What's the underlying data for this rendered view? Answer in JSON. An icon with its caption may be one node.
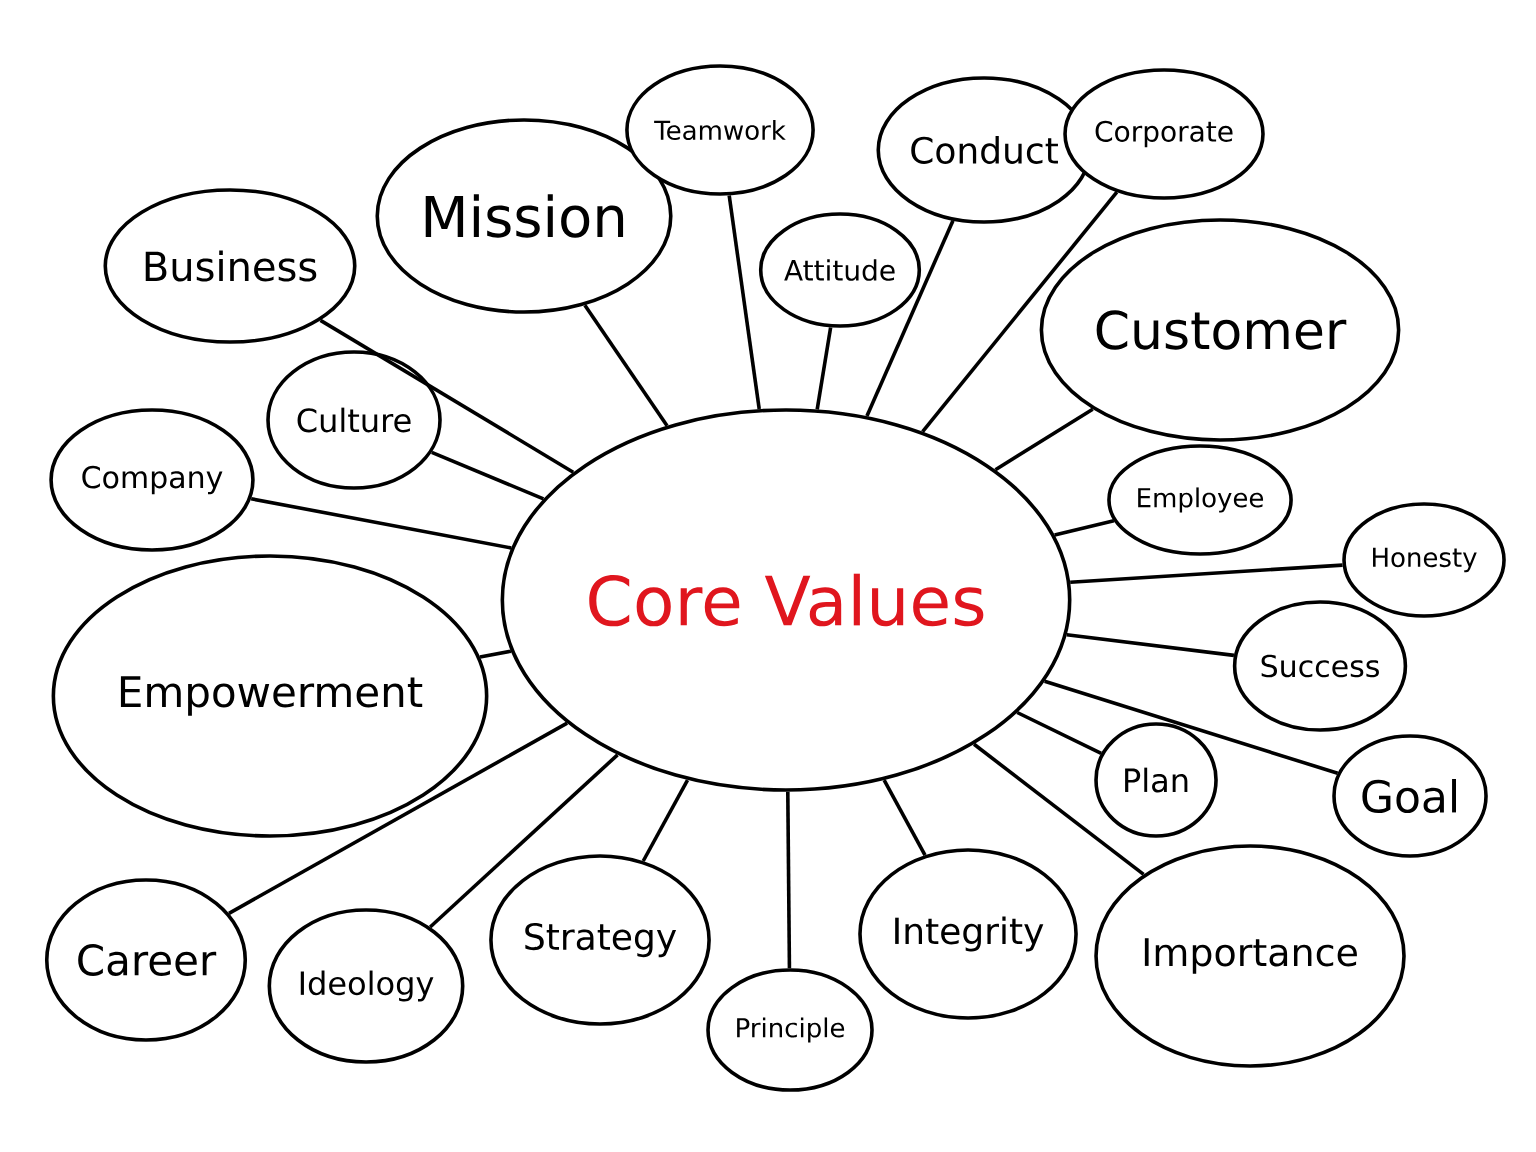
{
  "diagram": {
    "nodes": [
      {
        "text": [
          "Core Values"
        ]
      },
      {
        "text": [
          "Business"
        ]
      },
      {
        "text": [
          "Mission"
        ]
      },
      {
        "text": [
          "Teamwork"
        ]
      },
      {
        "text": [
          "Attitude"
        ]
      },
      {
        "text": [
          "Conduct"
        ]
      },
      {
        "text": [
          "Corporate"
        ]
      },
      {
        "text": [
          "Customer"
        ]
      },
      {
        "text": [
          "Culture"
        ]
      },
      {
        "text": [
          "Company"
        ]
      },
      {
        "text": [
          "Employee"
        ]
      },
      {
        "text": [
          "Honesty"
        ]
      },
      {
        "text": [
          "Empowerment"
        ]
      },
      {
        "text": [
          "Success"
        ]
      },
      {
        "text": [
          "Plan"
        ]
      },
      {
        "text": [
          "Goal"
        ]
      },
      {
        "text": [
          "Career"
        ]
      },
      {
        "text": [
          "Ideology"
        ]
      },
      {
        "text": [
          "Strategy"
        ]
      },
      {
        "text": [
          "Principle"
        ]
      },
      {
        "text": [
          "Integrity"
        ]
      },
      {
        "text": [
          "Importance"
        ]
      }
    ],
    "edges": [
      {
        "from": 0,
        "to": 1,
        "arrow": "none"
      },
      {
        "from": 0,
        "to": 2,
        "arrow": "none"
      },
      {
        "from": 0,
        "to": 3,
        "arrow": "none"
      },
      {
        "from": 0,
        "to": 4,
        "arrow": "none"
      },
      {
        "from": 0,
        "to": 5,
        "arrow": "none"
      },
      {
        "from": 0,
        "to": 6,
        "arrow": "none"
      },
      {
        "from": 0,
        "to": 7,
        "arrow": "none"
      },
      {
        "from": 0,
        "to": 8,
        "arrow": "none"
      },
      {
        "from": 0,
        "to": 9,
        "arrow": "none"
      },
      {
        "from": 0,
        "to": 10,
        "arrow": "none"
      },
      {
        "from": 0,
        "to": 11,
        "arrow": "none"
      },
      {
        "from": 0,
        "to": 12,
        "arrow": "none"
      },
      {
        "from": 0,
        "to": 13,
        "arrow": "none"
      },
      {
        "from": 0,
        "to": 14,
        "arrow": "none"
      },
      {
        "from": 0,
        "to": 15,
        "arrow": "none"
      },
      {
        "from": 0,
        "to": 16,
        "arrow": "none"
      },
      {
        "from": 0,
        "to": 17,
        "arrow": "none"
      },
      {
        "from": 0,
        "to": 18,
        "arrow": "none"
      },
      {
        "from": 0,
        "to": 19,
        "arrow": "none"
      },
      {
        "from": 0,
        "to": 20,
        "arrow": "none"
      },
      {
        "from": 0,
        "to": 21,
        "arrow": "none"
      }
    ]
  }
}
